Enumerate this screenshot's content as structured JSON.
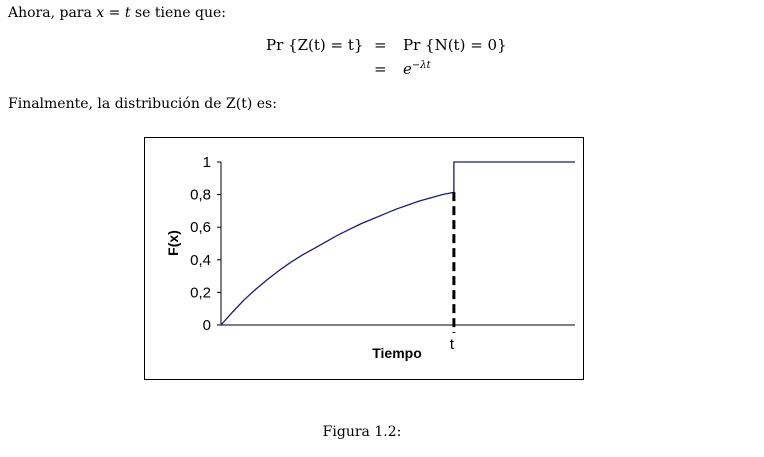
{
  "text": {
    "intro_prefix": "Ahora, para ",
    "intro_var_x": "x",
    "intro_equals": " = ",
    "intro_var_t": "t",
    "intro_suffix": " se tiene que:",
    "eq_line1_lhs": "Pr {Z(t) = t}",
    "eq_equals": "=",
    "eq_line1_rhs": "Pr {N(t) = 0}",
    "eq_line2_base": "e",
    "eq_line2_exp": "−λt",
    "final_text": "Finalmente, la distribución de Z(t) es:",
    "caption": "Figura 1.2:"
  },
  "chart_data": {
    "type": "line",
    "xlabel": "Tiempo",
    "ylabel": "F(x)",
    "ylim": [
      0,
      1
    ],
    "yticks": [
      "0",
      "0,2",
      "0,4",
      "0,6",
      "0,8",
      "1"
    ],
    "xtick_label": "t",
    "grid": false,
    "line_color": "#1a1a7a",
    "series": [
      {
        "x": [
          0,
          0.05,
          0.1,
          0.15,
          0.2,
          0.25,
          0.3,
          0.35,
          0.4,
          0.45,
          0.5,
          0.55,
          0.6,
          0.65,
          0.7,
          0.75,
          0.8,
          0.85,
          0.9,
          0.95,
          1.0,
          1.0,
          1.52
        ],
        "y": [
          0,
          0.08,
          0.155,
          0.22,
          0.28,
          0.335,
          0.385,
          0.43,
          0.47,
          0.51,
          0.55,
          0.585,
          0.62,
          0.65,
          0.68,
          0.71,
          0.735,
          0.76,
          0.78,
          0.8,
          0.815,
          1.0,
          1.0
        ]
      }
    ],
    "dashed_marker_x": 1.0
  }
}
